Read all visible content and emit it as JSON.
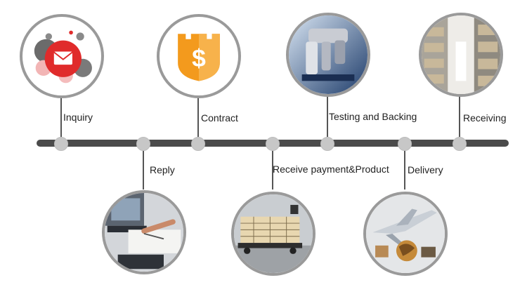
{
  "steps": [
    {
      "id": "inquiry",
      "label": "Inquiry",
      "position": "top",
      "icon": "email-icon"
    },
    {
      "id": "reply",
      "label": "Reply",
      "position": "bottom",
      "icon": "laptop-writing-icon"
    },
    {
      "id": "contract",
      "label": "Contract",
      "position": "top",
      "icon": "money-shield-icon"
    },
    {
      "id": "receive",
      "label": "Receive payment&Product",
      "position": "bottom",
      "icon": "cargo-cart-icon"
    },
    {
      "id": "testing",
      "label": "Testing and Backing",
      "position": "top",
      "icon": "microscope-icon"
    },
    {
      "id": "delivery",
      "label": "Delivery",
      "position": "bottom",
      "icon": "airplane-globe-icon"
    },
    {
      "id": "receiving",
      "label": "Receiving",
      "position": "top",
      "icon": "warehouse-icon"
    }
  ],
  "colors": {
    "axis": "#4b4b4b",
    "dot": "#c7c7c7",
    "ring": "#9a9a9a",
    "email_red": "#e02b2b",
    "shield_orange": "#f39a1d"
  }
}
